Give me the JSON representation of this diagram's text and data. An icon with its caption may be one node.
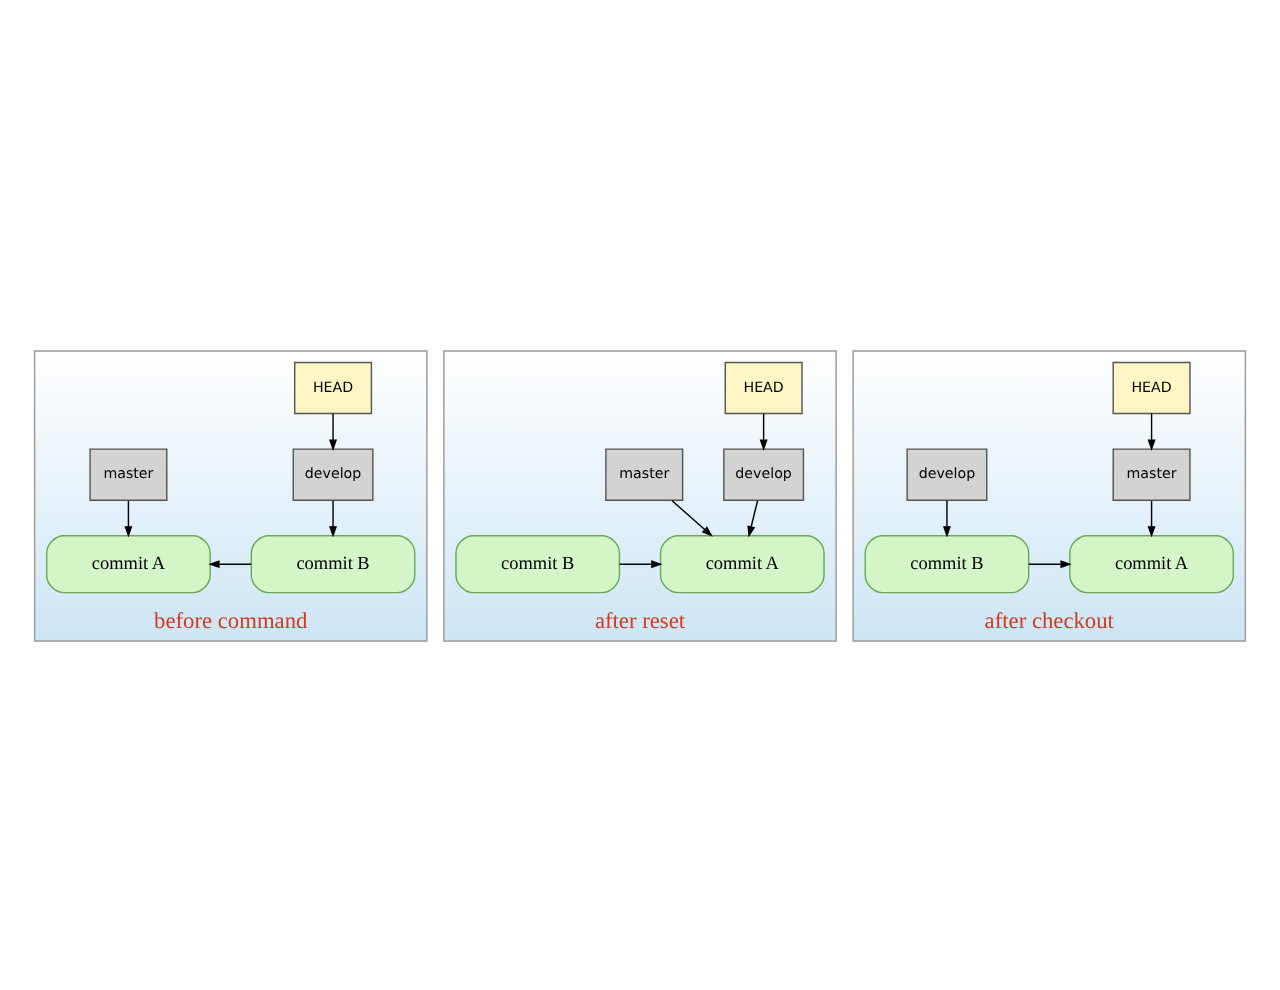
{
  "diagram": {
    "nodes": [
      {
        "text": [
          "before command"
        ]
      },
      {
        "text": [
          "HEAD"
        ],
        "in": 0
      },
      {
        "text": [
          "master"
        ],
        "in": 0
      },
      {
        "text": [
          "develop"
        ],
        "in": 0
      },
      {
        "text": [
          "commit A"
        ],
        "in": 0
      },
      {
        "text": [
          "commit B"
        ],
        "in": 0
      },
      {
        "text": [
          "after reset"
        ]
      },
      {
        "text": [
          "HEAD"
        ],
        "in": 6
      },
      {
        "text": [
          "master"
        ],
        "in": 6
      },
      {
        "text": [
          "develop"
        ],
        "in": 6
      },
      {
        "text": [
          "commit A"
        ],
        "in": 6
      },
      {
        "text": [
          "commit B"
        ],
        "in": 6
      },
      {
        "text": [
          "after checkout"
        ]
      },
      {
        "text": [
          "HEAD"
        ],
        "in": 12
      },
      {
        "text": [
          "master"
        ],
        "in": 12
      },
      {
        "text": [
          "develop"
        ],
        "in": 12
      },
      {
        "text": [
          "commit A"
        ],
        "in": 12
      },
      {
        "text": [
          "commit B"
        ],
        "in": 12
      }
    ],
    "edges": [
      {
        "from": 1,
        "to": 3,
        "arrow": "to"
      },
      {
        "from": 2,
        "to": 4,
        "arrow": "to"
      },
      {
        "from": 3,
        "to": 5,
        "arrow": "to"
      },
      {
        "from": 5,
        "to": 4,
        "arrow": "to"
      },
      {
        "from": 7,
        "to": 9,
        "arrow": "to"
      },
      {
        "from": 8,
        "to": 10,
        "arrow": "to"
      },
      {
        "from": 9,
        "to": 10,
        "arrow": "to"
      },
      {
        "from": 11,
        "to": 10,
        "arrow": "to"
      },
      {
        "from": 13,
        "to": 14,
        "arrow": "to"
      },
      {
        "from": 14,
        "to": 16,
        "arrow": "to"
      },
      {
        "from": 15,
        "to": 17,
        "arrow": "to"
      },
      {
        "from": 17,
        "to": 16,
        "arrow": "to"
      }
    ]
  }
}
